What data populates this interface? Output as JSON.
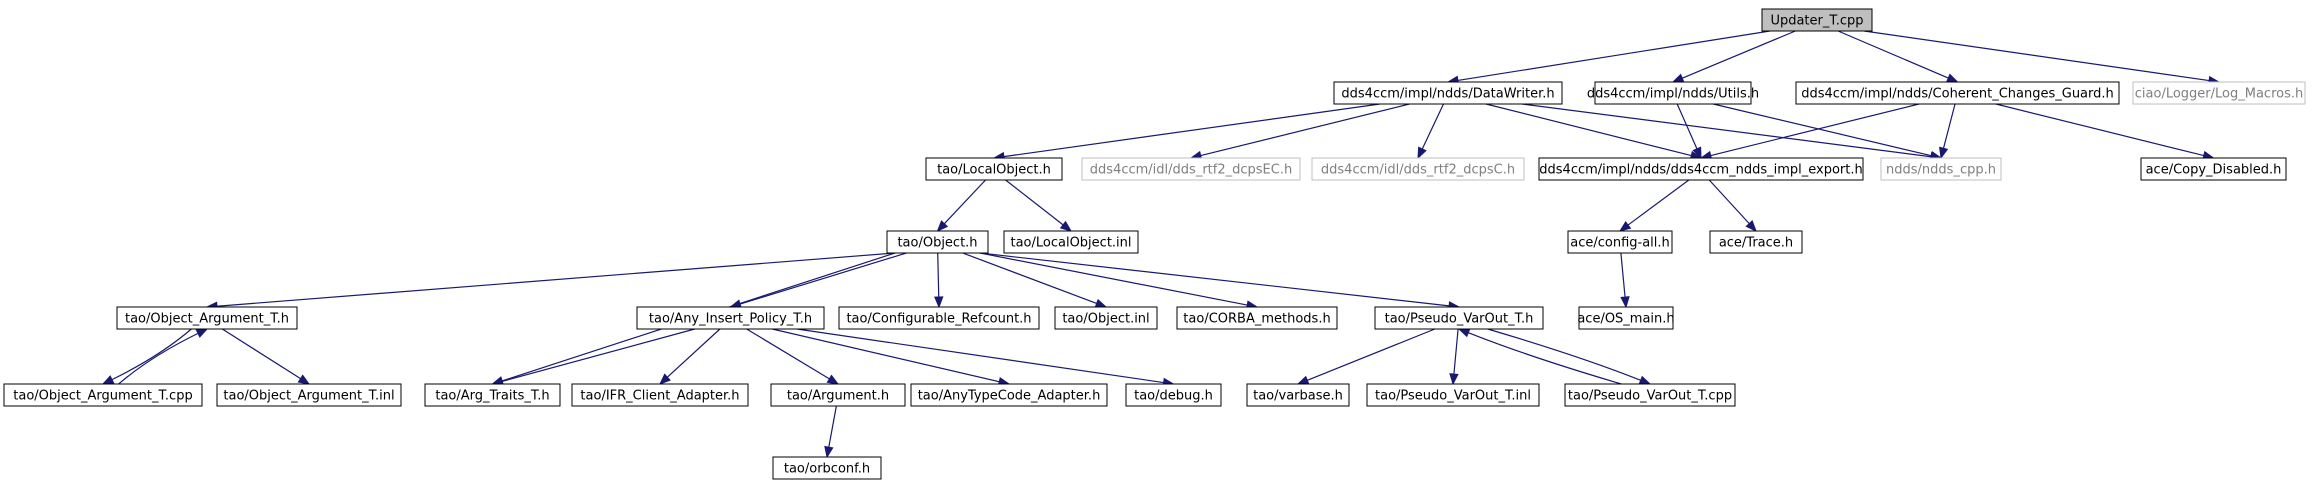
{
  "nodes": [
    {
      "id": "n0",
      "label": "Updater_T.cpp",
      "style": "root"
    },
    {
      "id": "n1",
      "label": "dds4ccm/impl/ndds/DataWriter.h"
    },
    {
      "id": "n2",
      "label": "dds4ccm/impl/ndds/Utils.h"
    },
    {
      "id": "n3",
      "label": "dds4ccm/impl/ndds/Coherent_Changes_Guard.h"
    },
    {
      "id": "n4",
      "label": "ciao/Logger/Log_Macros.h",
      "style": "ext"
    },
    {
      "id": "n5",
      "label": "tao/LocalObject.h"
    },
    {
      "id": "n6",
      "label": "dds4ccm/idl/dds_rtf2_dcpsEC.h",
      "style": "ext"
    },
    {
      "id": "n7",
      "label": "dds4ccm/idl/dds_rtf2_dcpsC.h",
      "style": "ext"
    },
    {
      "id": "n8",
      "label": "dds4ccm/impl/ndds/dds4ccm_ndds_impl_export.h"
    },
    {
      "id": "n9",
      "label": "ndds/ndds_cpp.h",
      "style": "ext"
    },
    {
      "id": "n10",
      "label": "ace/Copy_Disabled.h"
    },
    {
      "id": "n11",
      "label": "tao/Object.h"
    },
    {
      "id": "n12",
      "label": "tao/LocalObject.inl"
    },
    {
      "id": "n13",
      "label": "ace/config-all.h"
    },
    {
      "id": "n14",
      "label": "ace/Trace.h"
    },
    {
      "id": "n15",
      "label": "tao/Object_Argument_T.h"
    },
    {
      "id": "n16",
      "label": "tao/Any_Insert_Policy_T.h"
    },
    {
      "id": "n17",
      "label": "tao/Configurable_Refcount.h"
    },
    {
      "id": "n18",
      "label": "tao/Object.inl"
    },
    {
      "id": "n19",
      "label": "tao/CORBA_methods.h"
    },
    {
      "id": "n20",
      "label": "tao/Pseudo_VarOut_T.h"
    },
    {
      "id": "n21",
      "label": "ace/OS_main.h"
    },
    {
      "id": "n22",
      "label": "tao/Object_Argument_T.cpp"
    },
    {
      "id": "n23",
      "label": "tao/Object_Argument_T.inl"
    },
    {
      "id": "n24",
      "label": "tao/Arg_Traits_T.h"
    },
    {
      "id": "n25",
      "label": "tao/IFR_Client_Adapter.h"
    },
    {
      "id": "n26",
      "label": "tao/Argument.h"
    },
    {
      "id": "n27",
      "label": "tao/AnyTypeCode_Adapter.h"
    },
    {
      "id": "n28",
      "label": "tao/debug.h"
    },
    {
      "id": "n29",
      "label": "tao/varbase.h"
    },
    {
      "id": "n30",
      "label": "tao/Pseudo_VarOut_T.inl"
    },
    {
      "id": "n31",
      "label": "tao/Pseudo_VarOut_T.cpp"
    },
    {
      "id": "n32",
      "label": "tao/orbconf.h"
    }
  ],
  "edges": [
    [
      "n0",
      "n1"
    ],
    [
      "n0",
      "n2"
    ],
    [
      "n0",
      "n3"
    ],
    [
      "n0",
      "n4"
    ],
    [
      "n1",
      "n5"
    ],
    [
      "n1",
      "n6"
    ],
    [
      "n1",
      "n7"
    ],
    [
      "n1",
      "n8"
    ],
    [
      "n1",
      "n9"
    ],
    [
      "n2",
      "n8"
    ],
    [
      "n2",
      "n9"
    ],
    [
      "n3",
      "n8"
    ],
    [
      "n3",
      "n9"
    ],
    [
      "n3",
      "n10"
    ],
    [
      "n5",
      "n11"
    ],
    [
      "n5",
      "n12"
    ],
    [
      "n8",
      "n13"
    ],
    [
      "n8",
      "n14"
    ],
    [
      "n13",
      "n21"
    ],
    [
      "n11",
      "n15"
    ],
    [
      "n11",
      "n16"
    ],
    [
      "n11",
      "n17"
    ],
    [
      "n11",
      "n18"
    ],
    [
      "n11",
      "n19"
    ],
    [
      "n11",
      "n20"
    ],
    [
      "n11",
      "n24"
    ],
    [
      "n15",
      "n22"
    ],
    [
      "n15",
      "n23"
    ],
    [
      "n22",
      "n15"
    ],
    [
      "n16",
      "n24"
    ],
    [
      "n16",
      "n25"
    ],
    [
      "n16",
      "n26"
    ],
    [
      "n16",
      "n27"
    ],
    [
      "n16",
      "n28"
    ],
    [
      "n26",
      "n32"
    ],
    [
      "n20",
      "n29"
    ],
    [
      "n20",
      "n30"
    ],
    [
      "n20",
      "n31"
    ],
    [
      "n31",
      "n20"
    ]
  ]
}
